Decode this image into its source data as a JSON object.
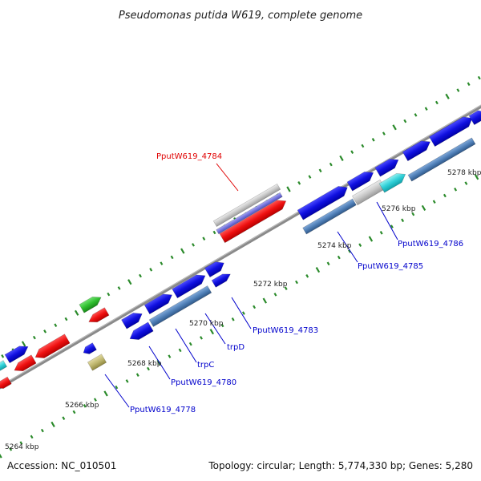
{
  "title": "Pseudomonas putida W619, complete genome",
  "footer": {
    "accession": "Accession: NC_010501",
    "stats": "Topology: circular; Length: 5,774,330 bp; Genes: 5,280"
  },
  "tick_labels": [
    "5264 kbp",
    "5266 kbp",
    "5268 kbp",
    "5270 kbp",
    "5272 kbp",
    "5274 kbp",
    "5276 kbp",
    "5278 kbp"
  ],
  "gene_labels": [
    {
      "name": "PputW619_4784",
      "color": "#e00000"
    },
    {
      "name": "PputW619_4786",
      "color": "#0000cc"
    },
    {
      "name": "PputW619_4785",
      "color": "#0000cc"
    },
    {
      "name": "PputW619_4783",
      "color": "#0000cc"
    },
    {
      "name": "trpD",
      "color": "#0000cc"
    },
    {
      "name": "trpC",
      "color": "#0000cc"
    },
    {
      "name": "PputW619_4780",
      "color": "#0000cc"
    },
    {
      "name": "PputW619_4778",
      "color": "#0000cc"
    }
  ],
  "colors": {
    "forward_cds": "#1010e0",
    "reverse_cds": "#e81010",
    "operon": "#5080b8",
    "rna": "#30c030",
    "pseudo": "#c8c8c8",
    "cyan": "#30d0d8",
    "olive": "#c0b870",
    "backbone": "#8a8a8a",
    "ticks": "#2a8a2a"
  }
}
